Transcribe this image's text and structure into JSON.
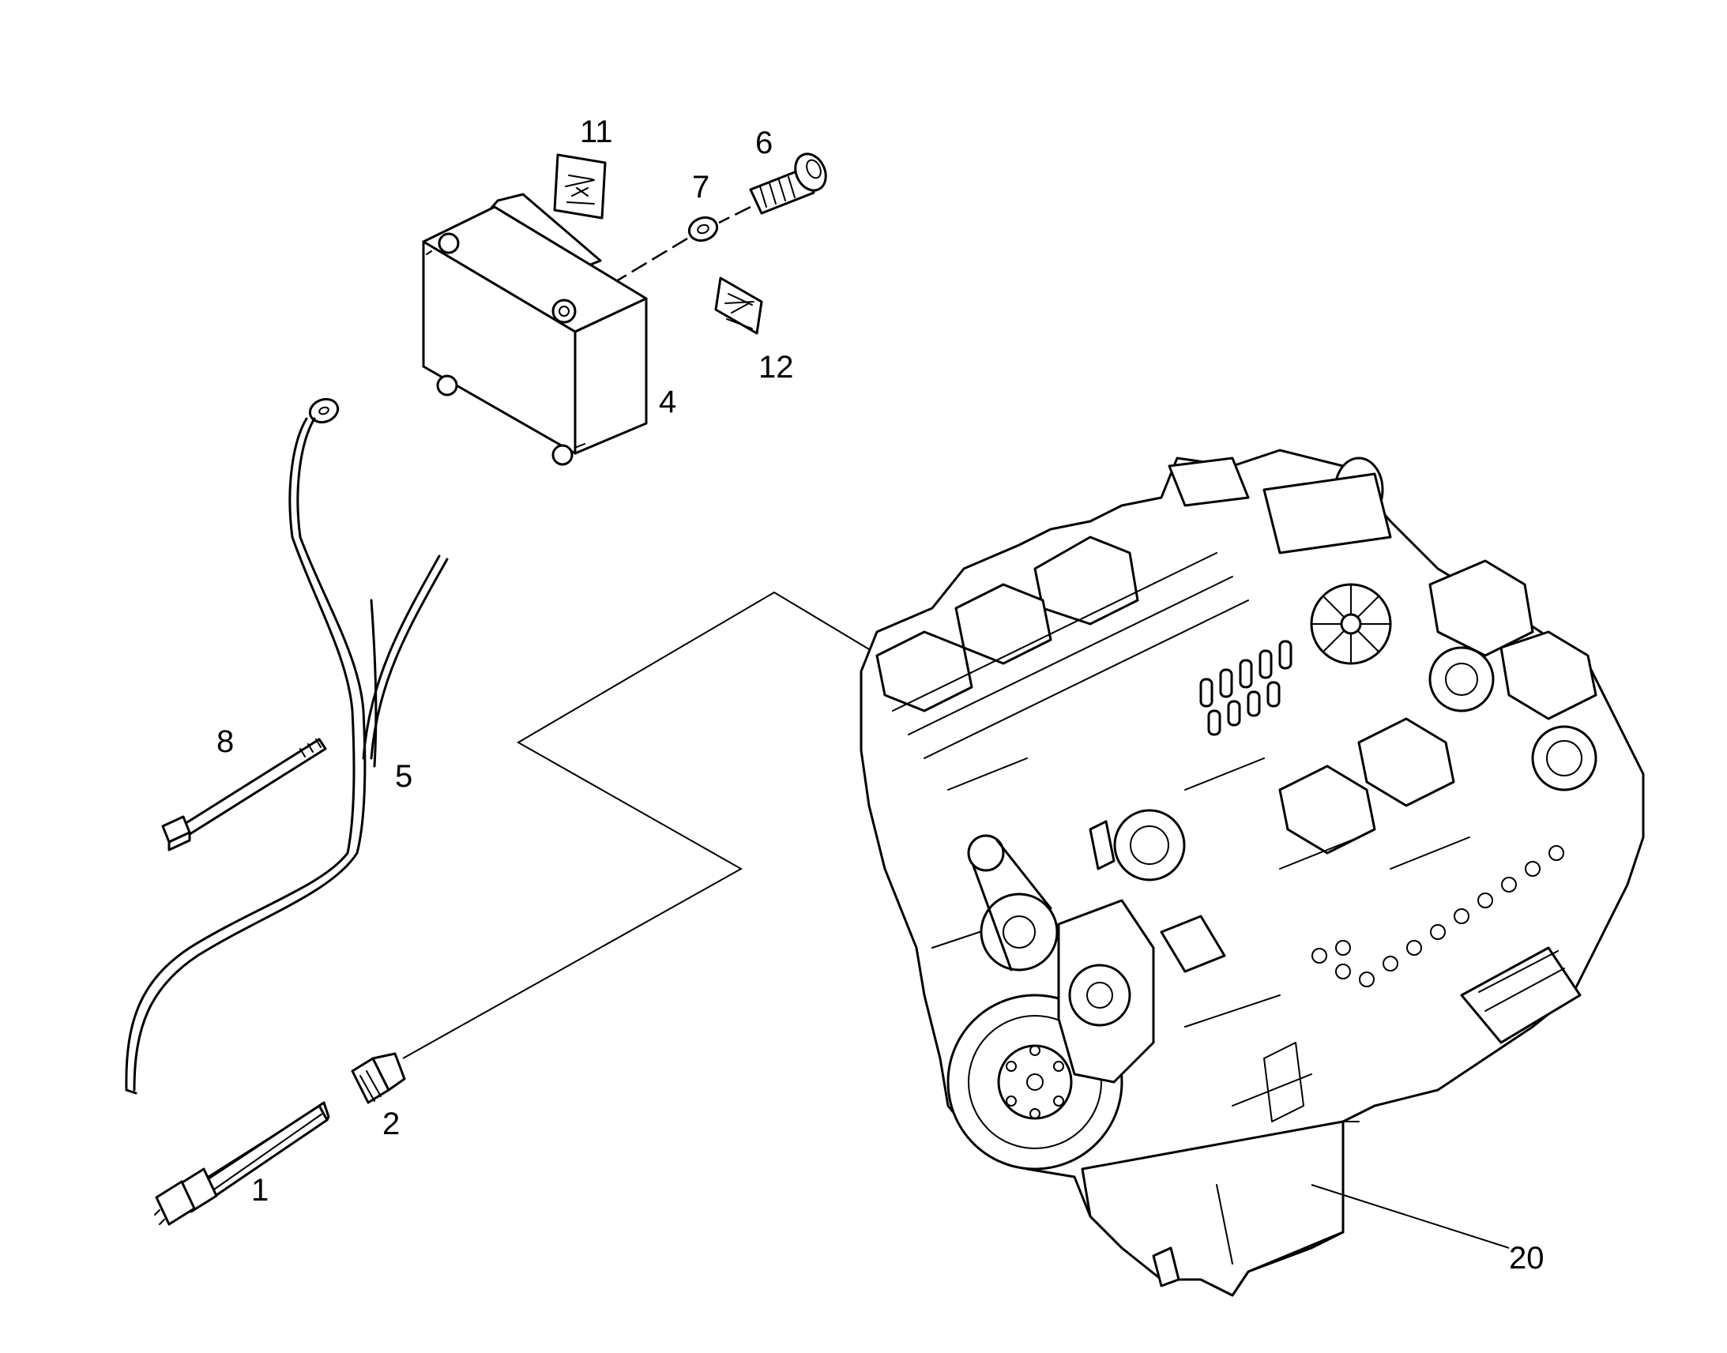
{
  "callouts": {
    "c1": "1",
    "c2": "2",
    "c4": "4",
    "c5": "5",
    "c6": "6",
    "c7": "7",
    "c8": "8",
    "c11": "11",
    "c12": "12",
    "c20": "20"
  }
}
